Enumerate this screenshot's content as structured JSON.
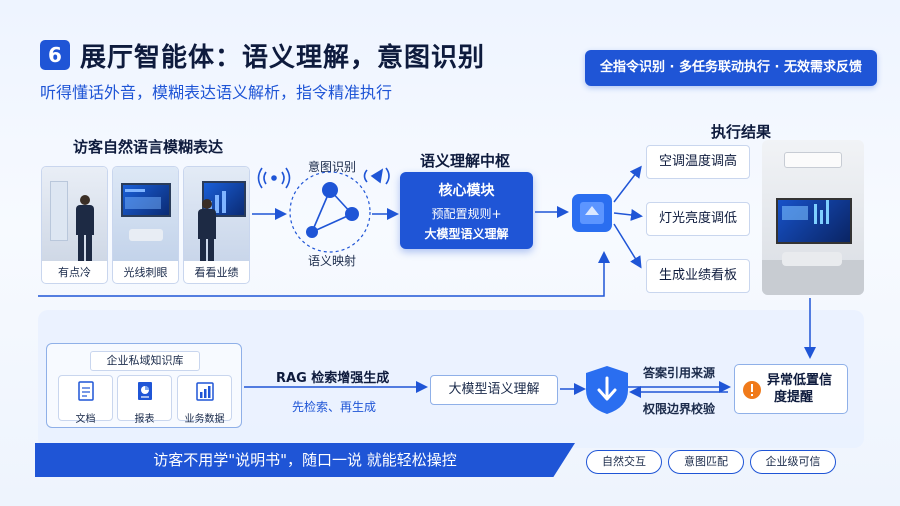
{
  "header": {
    "number": "6",
    "title": "展厅智能体：语义理解，意图识别",
    "subtitle": "听得懂话外音，模糊表达语义解析，指令精准执行",
    "tagline": "全指令识别 · 多任务联动执行 · 无效需求反馈"
  },
  "input": {
    "heading": "访客自然语言模糊表达",
    "photos": [
      {
        "caption": "有点冷"
      },
      {
        "caption": "光线刺眼"
      },
      {
        "caption": "看看业绩"
      }
    ]
  },
  "semantic": {
    "intent_label": "意图识别",
    "mapping_label": "语义映射"
  },
  "hub": {
    "heading": "语义理解中枢",
    "core_title": "核心模块",
    "core_line2": "预配置规则+",
    "core_line3": "大模型语义理解"
  },
  "results": {
    "heading": "执行结果",
    "items": [
      "空调温度调高",
      "灯光亮度调低",
      "生成业绩看板"
    ]
  },
  "knowledge": {
    "title": "企业私域知识库",
    "items": [
      {
        "label": "文档",
        "icon": "document-icon"
      },
      {
        "label": "报表",
        "icon": "report-icon"
      },
      {
        "label": "业务数据",
        "icon": "bar-chart-icon"
      }
    ]
  },
  "rag": {
    "title": "RAG 检索增强生成",
    "subtitle": "先检索、再生成"
  },
  "llm_label": "大模型语义理解",
  "validation": {
    "line1": "答案引用来源",
    "line2": "权限边界校验"
  },
  "warning": {
    "line1": "异常低置信",
    "line2": "度提醒"
  },
  "banner": "访客不用学\"说明书\"，随口一说 就能轻松操控",
  "chips": [
    "自然交互",
    "意图匹配",
    "企业级可信"
  ],
  "colors": {
    "primary": "#1f55d6",
    "accent_orange": "#f07a1a",
    "background": "#eef4ff"
  }
}
